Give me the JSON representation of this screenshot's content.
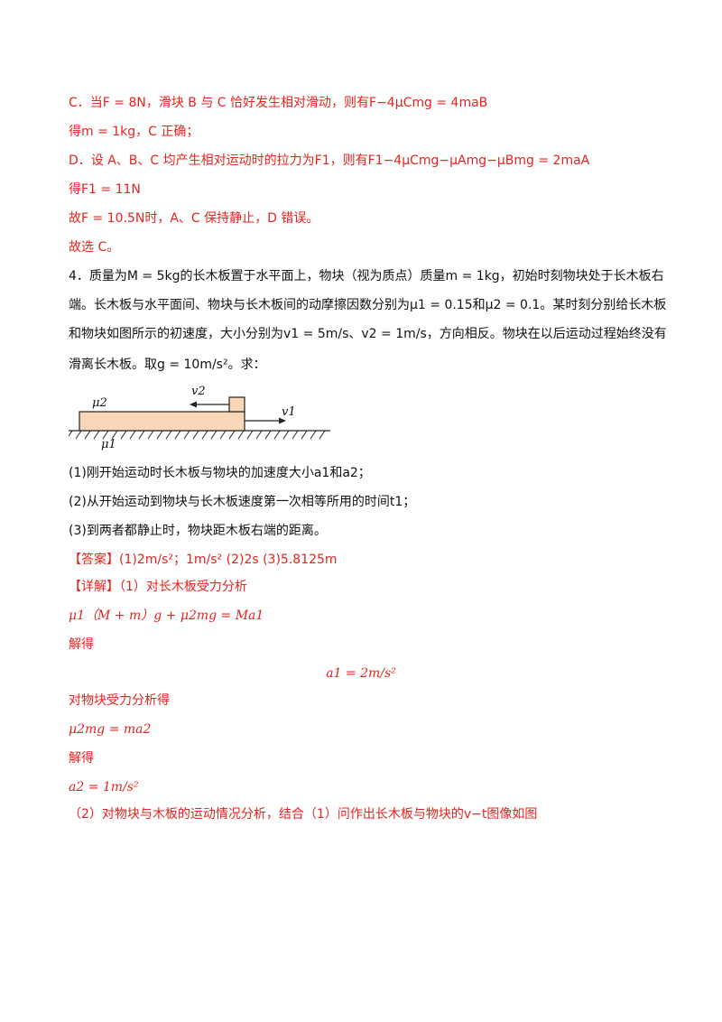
{
  "lines": [
    {
      "text": "C．当F = 8N，滑块 B 与 C 恰好发生相对滑动，则有F−4μCmg = 4maB",
      "color": "red"
    },
    {
      "text": "得m = 1kg，C 正确；",
      "color": "red"
    },
    {
      "text": "D．设 A、B、C 均产生相对运动时的拉力为F1，则有F1−4μCmg−μAmg−μBmg = 2maA",
      "color": "red"
    },
    {
      "text": "得F1 = 11N",
      "color": "red"
    },
    {
      "text": "故F = 10.5N时，A、C 保持静止，D 错误。",
      "color": "red"
    },
    {
      "text": "故选 C。",
      "color": "red"
    },
    {
      "text": "4．质量为M = 5kg的长木板置于水平面上，物块（视为质点）质量m = 1kg，初始时刻物块处于长木板右",
      "color": "blk"
    },
    {
      "text": "端。长木板与水平面间、物块与长木板间的动摩擦因数分别为μ1 = 0.15和μ2 = 0.1。某时刻分别给长木板",
      "color": "blk"
    },
    {
      "text": "和物块如图所示的初速度，大小分别为v1 = 5m/s、v2 = 1m/s，方向相反。物块在以后运动过程始终没有",
      "color": "blk"
    },
    {
      "text": "滑离长木板。取g = 10m/s²。求：",
      "color": "blk"
    },
    {
      "text": "(1)刚开始运动时长木板与物块的加速度大小a1和a2；",
      "color": "blk"
    },
    {
      "text": "(2)从开始运动到物块与长木板速度第一次相等所用的时间t1；",
      "color": "blk"
    },
    {
      "text": "(3)到两者都静止时，物块距木板右端的距离。",
      "color": "blk"
    },
    {
      "text": "【答案】(1)2m/s²；1m/s² (2)2s (3)5.8125m",
      "color": "red"
    },
    {
      "text": "【详解】（1）对长木板受力分析",
      "color": "red"
    },
    {
      "text": "μ1（M + m）g + μ2mg = Ma1",
      "color": "red"
    },
    {
      "text": "解得",
      "color": "red"
    },
    {
      "text": "a1 = 2m/s²",
      "color": "red"
    },
    {
      "text": "对物块受力分析得",
      "color": "red"
    },
    {
      "text": "μ2mg = ma2",
      "color": "red"
    },
    {
      "text": "解得",
      "color": "red"
    },
    {
      "text": "a2 = 1m/s²",
      "color": "red"
    },
    {
      "text": "（2）对物块与木板的运动情况分析，结合（1）问作出长木板与物块的v−t图像如图",
      "color": "red"
    }
  ],
  "diagram": {
    "label_mu2": "μ2",
    "label_mu1": "μ1",
    "label_v2": "v2",
    "label_v1": "v1"
  }
}
